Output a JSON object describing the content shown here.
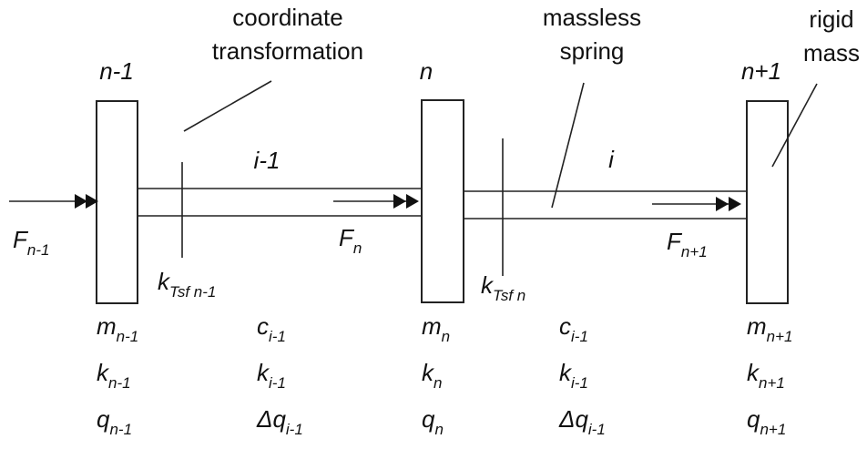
{
  "annotations": {
    "coordinate_transformation": [
      "coordinate",
      "transformation"
    ],
    "massless_spring": [
      "massless",
      "spring"
    ],
    "rigid_mass": [
      "rigid",
      "mass"
    ]
  },
  "nodes": [
    {
      "label": "n-1",
      "force": {
        "base": "F",
        "sub": "n-1"
      },
      "mass": {
        "base": "m",
        "sub": "n-1"
      },
      "stiffness": {
        "base": "k",
        "sub": "n-1"
      },
      "coord": {
        "base": "q",
        "sub": "n-1"
      }
    },
    {
      "label": "n",
      "force": {
        "base": "F",
        "sub": "n"
      },
      "mass": {
        "base": "m",
        "sub": "n"
      },
      "stiffness": {
        "base": "k",
        "sub": "n"
      },
      "coord": {
        "base": "q",
        "sub": "n"
      }
    },
    {
      "label": "n+1",
      "force": {
        "base": "F",
        "sub": "n+1"
      },
      "mass": {
        "base": "m",
        "sub": "n+1"
      },
      "stiffness": {
        "base": "k",
        "sub": "n+1"
      },
      "coord": {
        "base": "q",
        "sub": "n+1"
      }
    }
  ],
  "springs": [
    {
      "label": "i-1",
      "damping": {
        "base": "c",
        "sub": "i-1"
      },
      "stiffness": {
        "base": "k",
        "sub": "i-1"
      },
      "deformation": {
        "base": "Δq",
        "sub": "i-1"
      }
    },
    {
      "label": "i",
      "damping": {
        "base": "c",
        "sub": "i-1"
      },
      "stiffness": {
        "base": "k",
        "sub": "i-1"
      },
      "deformation": {
        "base": "Δq",
        "sub": "i-1"
      }
    }
  ],
  "transformations": [
    {
      "base": "k",
      "sub": "Tsf n-1"
    },
    {
      "base": "k",
      "sub": "Tsf n"
    }
  ]
}
